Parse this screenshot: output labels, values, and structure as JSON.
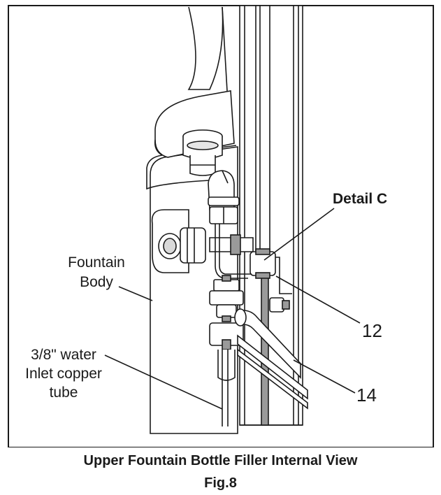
{
  "diagram": {
    "labels": {
      "detail": "Detail C",
      "fountain_body_line1": "Fountain",
      "fountain_body_line2": "Body",
      "inlet_line1": "3/8\" water",
      "inlet_line2": "Inlet copper",
      "inlet_line3": "tube",
      "part_12": "12",
      "part_14": "14"
    }
  },
  "caption": {
    "title": "Upper Fountain Bottle Filler Internal View",
    "figure": "Fig.8"
  }
}
